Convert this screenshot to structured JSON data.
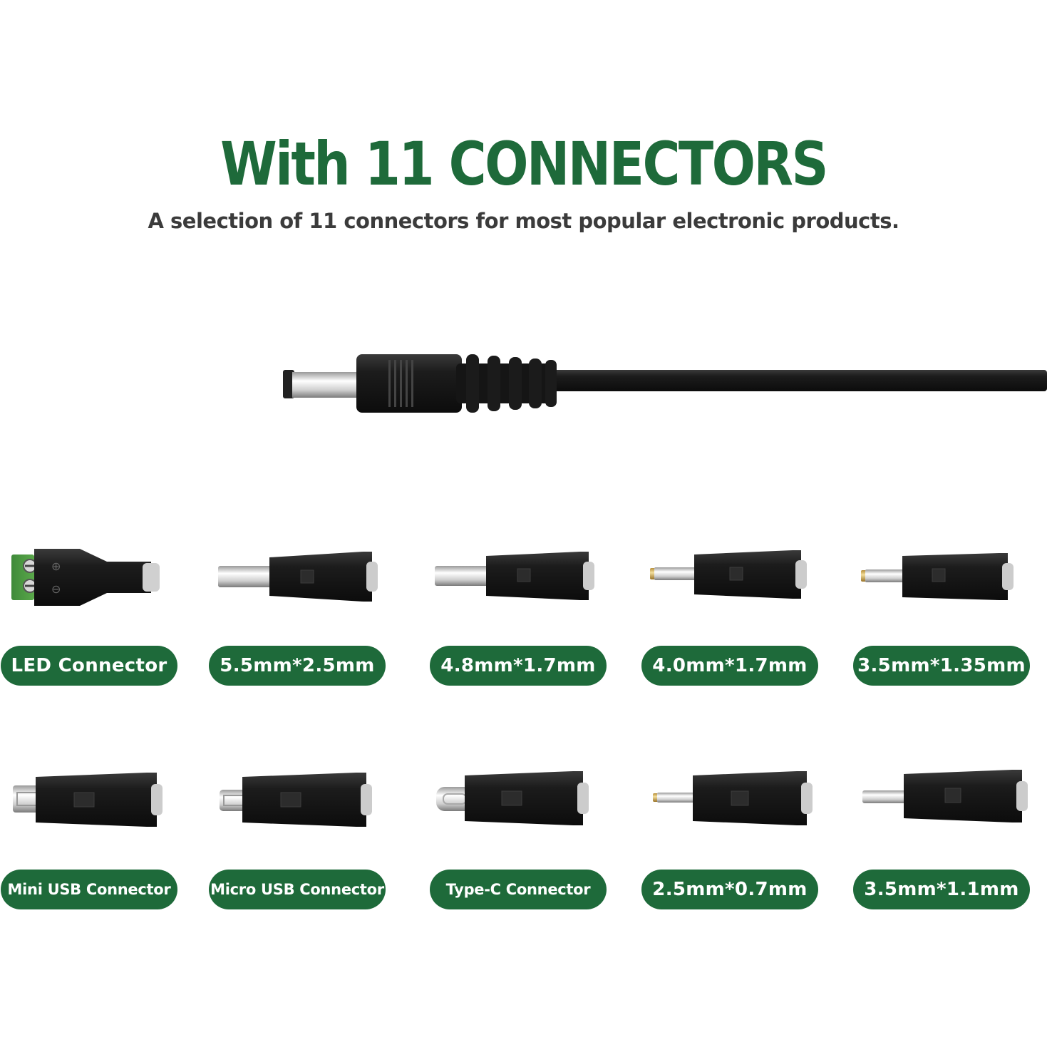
{
  "header": {
    "title": "With 11 CONNECTORS",
    "subtitle": "A selection of 11 connectors for most popular electronic products."
  },
  "colors": {
    "accent_green": "#1e6a3a",
    "subtitle_gray": "#3b3b3b",
    "background": "#ffffff",
    "connector_body": "#1a1a1a"
  },
  "main_plug": {
    "icon": "dc-barrel-plug-cable-icon"
  },
  "connectors": {
    "row1": [
      {
        "label": "LED Connector",
        "icon": "led-terminal-connector-icon"
      },
      {
        "label": "5.5mm*2.5mm",
        "icon": "barrel-tip-connector-icon"
      },
      {
        "label": "4.8mm*1.7mm",
        "icon": "barrel-tip-connector-icon"
      },
      {
        "label": "4.0mm*1.7mm",
        "icon": "barrel-tip-connector-icon"
      },
      {
        "label": "3.5mm*1.35mm",
        "icon": "barrel-tip-connector-icon"
      }
    ],
    "row2": [
      {
        "label": "Mini USB Connector",
        "icon": "mini-usb-connector-icon"
      },
      {
        "label": "Micro USB Connector",
        "icon": "micro-usb-connector-icon"
      },
      {
        "label": "Type-C Connector",
        "icon": "usb-c-connector-icon"
      },
      {
        "label": "2.5mm*0.7mm",
        "icon": "barrel-tip-connector-icon"
      },
      {
        "label": "3.5mm*1.1mm",
        "icon": "barrel-tip-connector-icon"
      }
    ]
  }
}
